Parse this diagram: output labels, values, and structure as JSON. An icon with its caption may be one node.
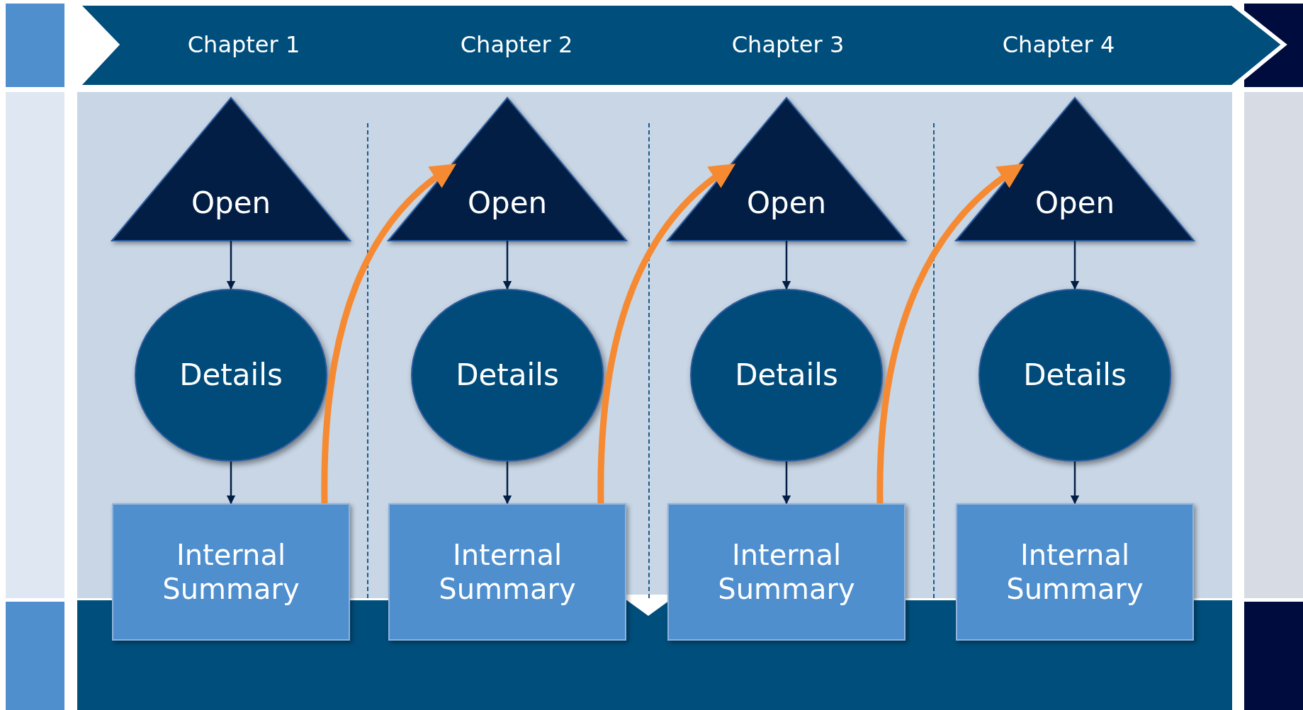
{
  "diagram": {
    "nodes": [
      {
        "text": [
          "Open"
        ]
      },
      {
        "text": [
          "Details"
        ]
      },
      {
        "text": [
          "Internal Summary"
        ]
      },
      {
        "text": [
          "Open"
        ]
      },
      {
        "text": [
          "Details"
        ]
      },
      {
        "text": [
          "Internal Summary"
        ]
      },
      {
        "text": [
          "Open"
        ]
      },
      {
        "text": [
          "Details"
        ]
      },
      {
        "text": [
          "Internal Summary"
        ]
      },
      {
        "text": [
          "Open"
        ]
      },
      {
        "text": [
          "Details"
        ]
      },
      {
        "text": [
          "Internal Summary"
        ]
      }
    ],
    "edges": [
      {
        "from": 0,
        "to": 1,
        "arrow": "to"
      },
      {
        "from": 1,
        "to": 2,
        "arrow": "to"
      },
      {
        "from": 3,
        "to": 4,
        "arrow": "to"
      },
      {
        "from": 4,
        "to": 5,
        "arrow": "to"
      },
      {
        "from": 6,
        "to": 7,
        "arrow": "to"
      },
      {
        "from": 7,
        "to": 8,
        "arrow": "to"
      },
      {
        "from": 9,
        "to": 10,
        "arrow": "to"
      },
      {
        "from": 10,
        "to": 11,
        "arrow": "to"
      },
      {
        "from": 2,
        "to": 3,
        "arrow": "to",
        "style": "thick",
        "color": "#f58a33"
      },
      {
        "from": 5,
        "to": 6,
        "arrow": "to",
        "style": "thick",
        "color": "#f58a33"
      },
      {
        "from": 8,
        "to": 9,
        "arrow": "to",
        "style": "thick",
        "color": "#f58a33"
      }
    ],
    "labels": [
      "Chapter 1",
      "Chapter 2",
      "Chapter 3",
      "Chapter 4"
    ]
  }
}
